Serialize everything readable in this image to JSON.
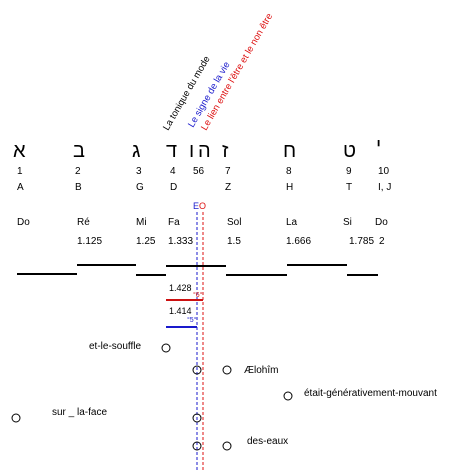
{
  "rotated_labels": [
    {
      "text": "La tonique du mode",
      "color": "#000000"
    },
    {
      "text": "Le signe de la vie",
      "color": "#1a1acc"
    },
    {
      "text": "Le lien entre l'être et le non être",
      "color": "#dd1111"
    }
  ],
  "hebrew_letters": [
    "א",
    "ב",
    "ג",
    "ד",
    "ו",
    "ה",
    "ז",
    "ח",
    "ט",
    "י"
  ],
  "numbers": [
    "1",
    "2",
    "3",
    "4",
    "56",
    "7",
    "8",
    "9",
    "10"
  ],
  "latin_letters": [
    "A",
    "B",
    "G",
    "D",
    "Z",
    "H",
    "T",
    "I, J"
  ],
  "marker_E": "E",
  "marker_O": "O",
  "notes": [
    "Do",
    "Ré",
    "Mi",
    "Fa",
    "Sol",
    "La",
    "Si",
    "Do"
  ],
  "ratios": [
    "1.125",
    "1.25",
    "1.333",
    "1.5",
    "1.666",
    "1.785",
    "2"
  ],
  "interval_red": {
    "value": "1.428",
    "label": "°6°",
    "color": "#cc1111"
  },
  "interval_blue": {
    "value": "1.414",
    "label": "°5°",
    "color": "#1a1acc"
  },
  "words": [
    "et-le-souffle",
    "Ælohîm",
    "était-générativement-mouvant",
    "sur _ la-face",
    "des-eaux"
  ]
}
